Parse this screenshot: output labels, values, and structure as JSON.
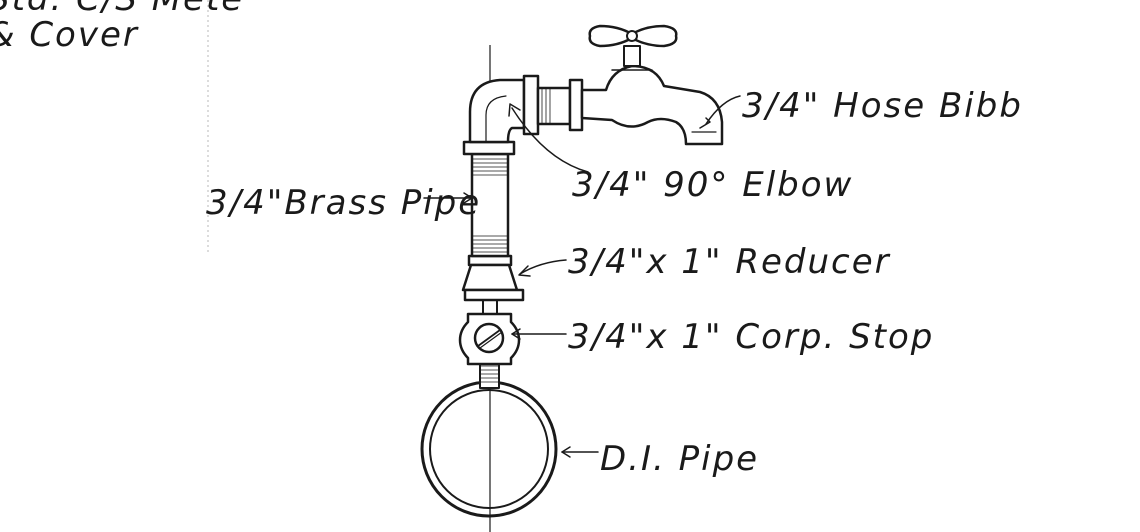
{
  "labels": {
    "top_left_line1": "Std. C/S Mete",
    "top_left_line2": "& Cover",
    "hose_bibb": "3/4\" Hose Bibb",
    "elbow": "3/4\" 90° Elbow",
    "brass_pipe": "3/4\"Brass Pipe",
    "reducer": "3/4\"x 1\" Reducer",
    "corp_stop": "3/4\"x 1\" Corp. Stop",
    "di_pipe": "D.I. Pipe"
  },
  "colors": {
    "ink": "#1a1a1a",
    "paper": "#ffffff"
  }
}
